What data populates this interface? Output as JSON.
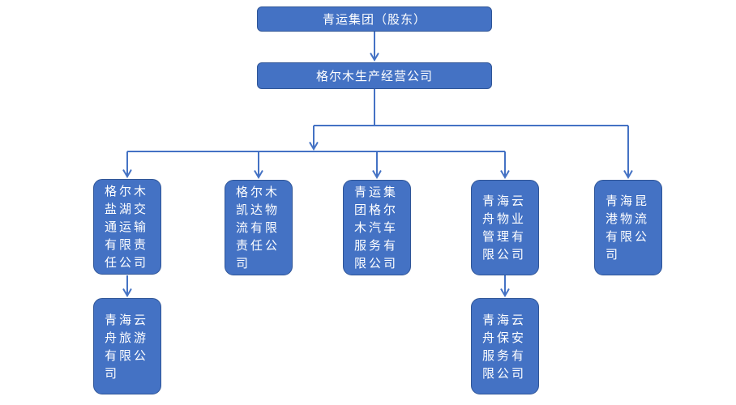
{
  "diagram": {
    "type": "org-chart",
    "nodes": {
      "root": {
        "label": "青运集团（股东）"
      },
      "l2": {
        "label": "格尔木生产经营公司"
      },
      "c1": {
        "label": "格尔木盐湖交通运输有限责任公司"
      },
      "c2": {
        "label": "格尔木凯达物流有限责任公司"
      },
      "c3": {
        "label": "青运集团格尔木汽车服务有限公司"
      },
      "c4": {
        "label": "青海云舟物业管理有限公司"
      },
      "c5": {
        "label": "青海昆港物流有限公司"
      },
      "g1": {
        "label": "青海云舟旅游有限公司"
      },
      "g2": {
        "label": "青海云舟保安服务有限公司"
      }
    },
    "edges": [
      {
        "from": "root",
        "to": "l2"
      },
      {
        "from": "l2",
        "to": "c1"
      },
      {
        "from": "l2",
        "to": "c2"
      },
      {
        "from": "l2",
        "to": "c3"
      },
      {
        "from": "l2",
        "to": "c4"
      },
      {
        "from": "l2",
        "to": "c5"
      },
      {
        "from": "c1",
        "to": "g1"
      },
      {
        "from": "c4",
        "to": "g2"
      }
    ],
    "colors": {
      "node_fill": "#4472C4",
      "node_border": "#2F5597",
      "node_text": "#FFFFFF",
      "connector": "#4472C4",
      "background": "#FFFFFF"
    }
  }
}
